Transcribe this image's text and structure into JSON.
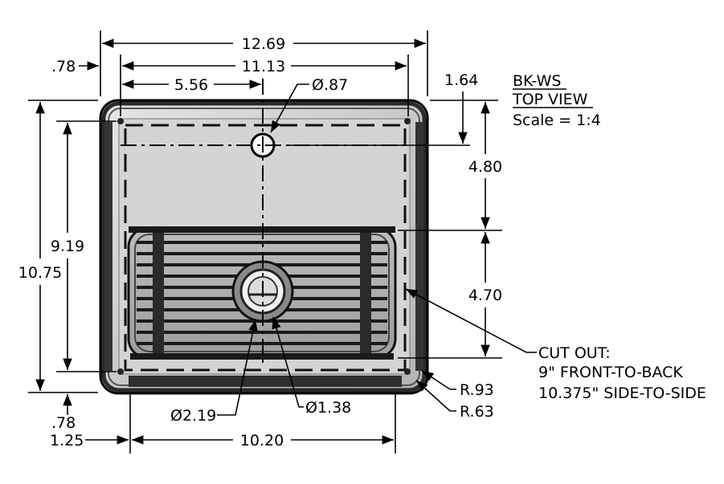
{
  "title_block": {
    "model": "BK-WS",
    "view": "TOP VIEW",
    "scale": "Scale = 1:4"
  },
  "dimensions": {
    "overall_width": "12.69",
    "inner_width": "11.13",
    "drain_offset_x": "5.56",
    "faucet_hole_dia": "Ø.87",
    "top_margin": ".78",
    "faucet_offset_y": "1.64",
    "upper_depth": "4.80",
    "bowl_depth": "4.70",
    "inner_depth": "9.19",
    "overall_depth": "10.75",
    "bottom_margin": ".78",
    "left_margin": "1.25",
    "bowl_width": "10.20",
    "drain_outer_dia": "Ø2.19",
    "drain_inner_dia": "Ø1.38",
    "corner_radius_outer": "R.93",
    "corner_radius_inner": "R.63"
  },
  "cutout_note": {
    "line1": "CUT OUT:",
    "line2": "9\" FRONT-TO-BACK",
    "line3": "10.375\" SIDE-TO-SIDE"
  }
}
